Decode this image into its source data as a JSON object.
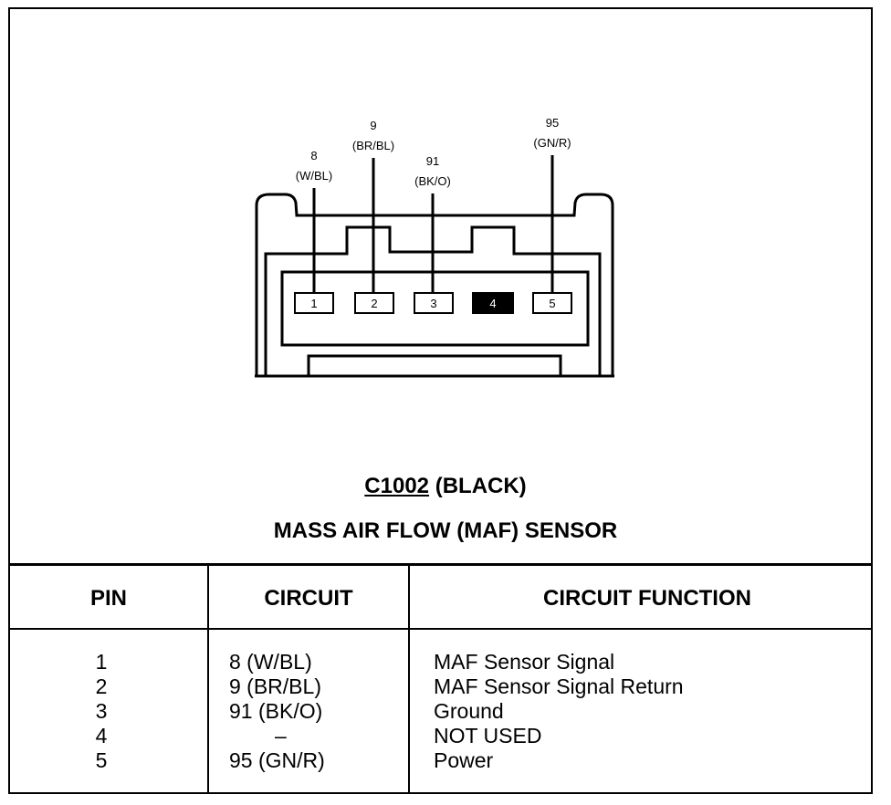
{
  "connector": {
    "id": "C1002",
    "color_label": "(BLACK)",
    "component": "MASS AIR FLOW (MAF) SENSOR",
    "pins": [
      {
        "number": "1",
        "circuit": "8",
        "wire_color": "(W/BL)",
        "filled": false
      },
      {
        "number": "2",
        "circuit": "9",
        "wire_color": "(BR/BL)",
        "filled": false
      },
      {
        "number": "3",
        "circuit": "91",
        "wire_color": "(BK/O)",
        "filled": false
      },
      {
        "number": "4",
        "circuit": "",
        "wire_color": "",
        "filled": true
      },
      {
        "number": "5",
        "circuit": "95",
        "wire_color": "(GN/R)",
        "filled": false
      }
    ]
  },
  "table": {
    "headers": {
      "pin": "PIN",
      "circuit": "CIRCUIT",
      "function": "CIRCUIT FUNCTION"
    },
    "rows": [
      {
        "pin": "1",
        "circuit": "8 (W/BL)",
        "function": "MAF Sensor Signal"
      },
      {
        "pin": "2",
        "circuit": "9 (BR/BL)",
        "function": "MAF Sensor Signal Return"
      },
      {
        "pin": "3",
        "circuit": "91 (BK/O)",
        "function": "Ground"
      },
      {
        "pin": "4",
        "circuit": "–",
        "function": "NOT USED"
      },
      {
        "pin": "5",
        "circuit": "95 (GN/R)",
        "function": "Power"
      }
    ]
  },
  "colors": {
    "line": "#000000",
    "background": "#ffffff",
    "filled_pin": "#000000"
  }
}
